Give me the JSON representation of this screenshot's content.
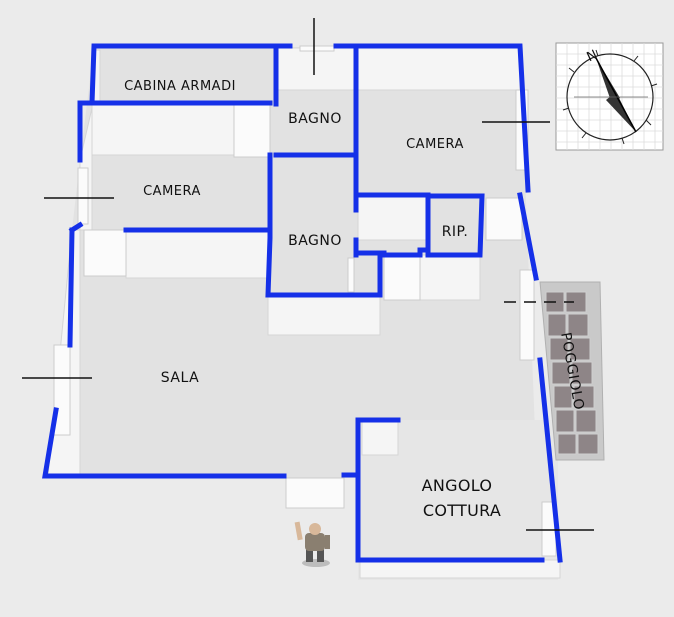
{
  "plan": {
    "rooms": {
      "cabina_armadi": "CABINA ARMADI",
      "bagno_top": "BAGNO",
      "camera_right": "CAMERA",
      "camera_left": "CAMERA",
      "bagno_mid": "BAGNO",
      "ripostiglio": "RIP.",
      "sala": "SALA",
      "poggiolo": "POGGIOLO",
      "angolo_cottura_1": "ANGOLO",
      "angolo_cottura_2": "COTTURA"
    },
    "colors": {
      "wall": "#1530e8",
      "floor": "#e3e3e3",
      "background": "#ebebeb",
      "inner_wall": "#f4f4f4",
      "balcony_tile": "#8c8284"
    },
    "compass": {
      "north_letter": "N"
    }
  }
}
